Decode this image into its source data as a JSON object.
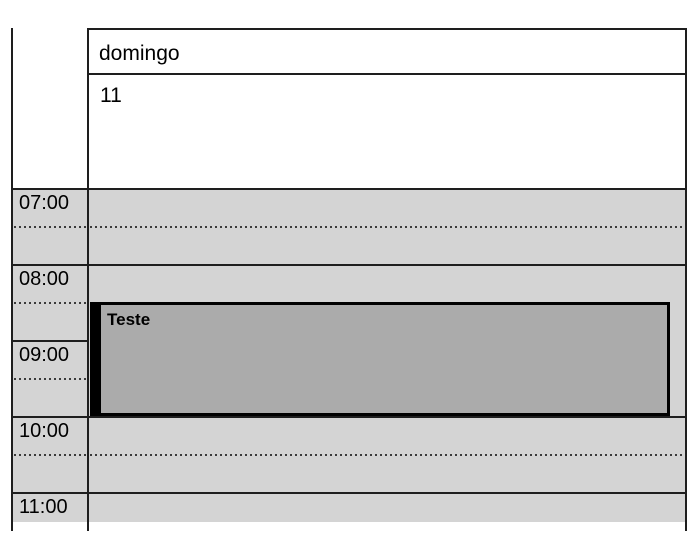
{
  "calendar": {
    "view": "day-column-schedule",
    "day_header": "domingo",
    "day_number": "11",
    "time_labels": [
      "07:00",
      "08:00",
      "09:00",
      "10:00",
      "11:00"
    ],
    "event": {
      "title": "Teste",
      "start": "08:30",
      "end": "10:00"
    },
    "colors": {
      "slot_bg": "#d4d4d4",
      "event_bg": "#ababab",
      "event_border": "#000000",
      "grid_line": "#1e1e1e",
      "dotted_line": "#3a3a3a",
      "header_bg": "#ffffff"
    }
  }
}
